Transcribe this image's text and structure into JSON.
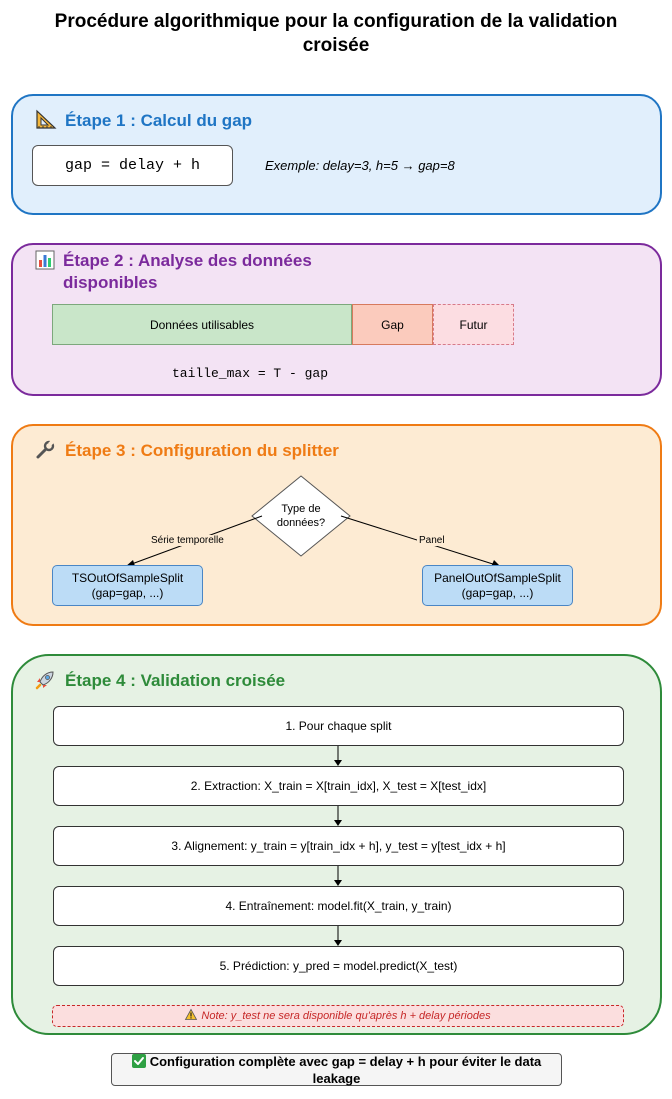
{
  "title": "Procédure algorithmique pour la configuration de la validation croisée",
  "stage1": {
    "title": "Étape 1 : Calcul du gap",
    "icon": "triangle-ruler-icon",
    "formula": "gap = delay + h",
    "example": "Exemple: delay=3, h=5 → gap=8",
    "color": "#1f75c4"
  },
  "stage2": {
    "title": "Étape 2 : Analyse des données disponibles",
    "icon": "bar-chart-icon",
    "bar": {
      "usable": "Données utilisables",
      "gap": "Gap",
      "future": "Futur"
    },
    "formula": "taille_max = T - gap",
    "color": "#7b2a9c"
  },
  "stage3": {
    "title": "Étape 3 : Configuration du splitter",
    "icon": "wrench-icon",
    "decision": "Type de données?",
    "left_edge": "Série temporelle",
    "right_edge": "Panel",
    "left_box": "TSOutOfSampleSplit\n(gap=gap, ...)",
    "right_box": "PanelOutOfSampleSplit\n(gap=gap, ...)",
    "color": "#ef7b14"
  },
  "stage4": {
    "title": "Étape 4 : Validation croisée",
    "icon": "rocket-icon",
    "steps": [
      "1. Pour chaque split",
      "2. Extraction: X_train = X[train_idx], X_test = X[test_idx]",
      "3. Alignement: y_train = y[train_idx + h], y_test = y[test_idx + h]",
      "4. Entraînement: model.fit(X_train, y_train)",
      "5. Prédiction: y_pred = model.predict(X_test)"
    ],
    "note_icon": "warning-icon",
    "note": "Note: y_test ne sera disponible qu'après h + delay périodes",
    "color": "#2e8b3a"
  },
  "footer": {
    "icon": "check-mark-icon",
    "text": "Configuration complète avec gap = delay + h pour éviter le data leakage"
  }
}
